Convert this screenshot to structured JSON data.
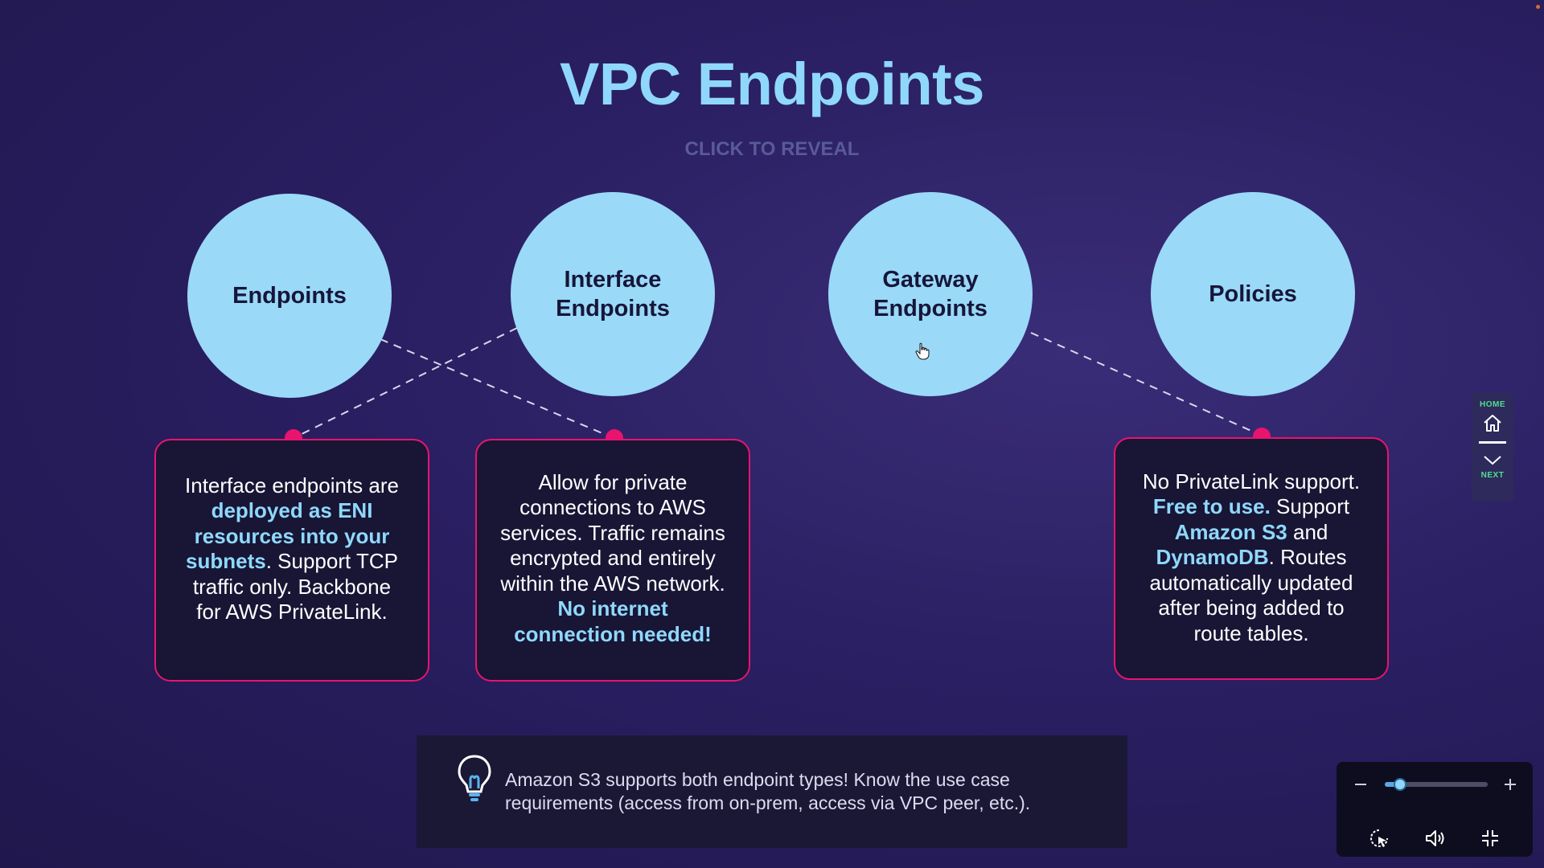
{
  "header": {
    "title": "VPC Endpoints",
    "subtitle": "CLICK TO REVEAL"
  },
  "circles": [
    {
      "label": "Endpoints"
    },
    {
      "label_line1": "Interface",
      "label_line2": "Endpoints"
    },
    {
      "label_line1": "Gateway",
      "label_line2": "Endpoints"
    },
    {
      "label": "Policies"
    }
  ],
  "cards": {
    "endpoints": {
      "t1": "Interface endpoints are ",
      "h1": "deployed as ENI resources into your subnets",
      "t2": ". Support TCP traffic only. Backbone for AWS PrivateLink."
    },
    "interface": {
      "t1": "Allow for private connections to AWS services. Traffic remains encrypted and entirely within the AWS network. ",
      "h1": "No internet connection needed!"
    },
    "policies": {
      "t1": "No PrivateLink support. ",
      "h1": "Free to use.",
      "t2": " Support ",
      "h2": "Amazon S3",
      "t3": " and ",
      "h3": "DynamoDB",
      "t4": ". Routes automatically updated after being added to route tables."
    }
  },
  "tip": {
    "icon": "lightbulb-icon",
    "text": "Amazon S3 supports both endpoint types! Know the use case requirements (access from on-prem, access via VPC peer, etc.)."
  },
  "side_nav": {
    "home_label": "HOME",
    "next_label": "NEXT"
  },
  "player_controls": {
    "zoom_level": 0.15,
    "icons": [
      "minus-icon",
      "plus-icon",
      "pointer-icon",
      "volume-icon",
      "exit-fullscreen-icon"
    ]
  },
  "colors": {
    "title": "#8fd8fb",
    "circle": "#9ad9f8",
    "accent": "#e8146e",
    "highlight": "#8fd8fb",
    "background": "#2a1f62"
  }
}
